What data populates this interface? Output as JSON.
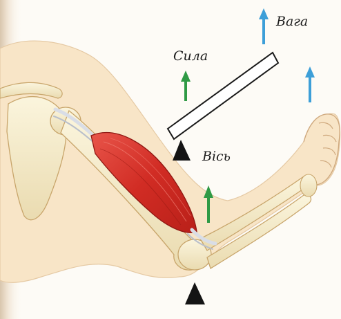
{
  "labels": {
    "force": "Сила",
    "weight": "Вага",
    "axis": "Вісь"
  },
  "colors": {
    "force_arrow": "#2f9a45",
    "weight_arrow": "#3d9fd8",
    "muscle": "#d8332a",
    "bone": "#f6eccb",
    "skin": "#f8e5c7",
    "fulcrum": "#141414"
  },
  "icons": {
    "fulcrum": "triangle-icon",
    "force": "arrow-up-icon",
    "weight": "arrow-up-icon"
  }
}
